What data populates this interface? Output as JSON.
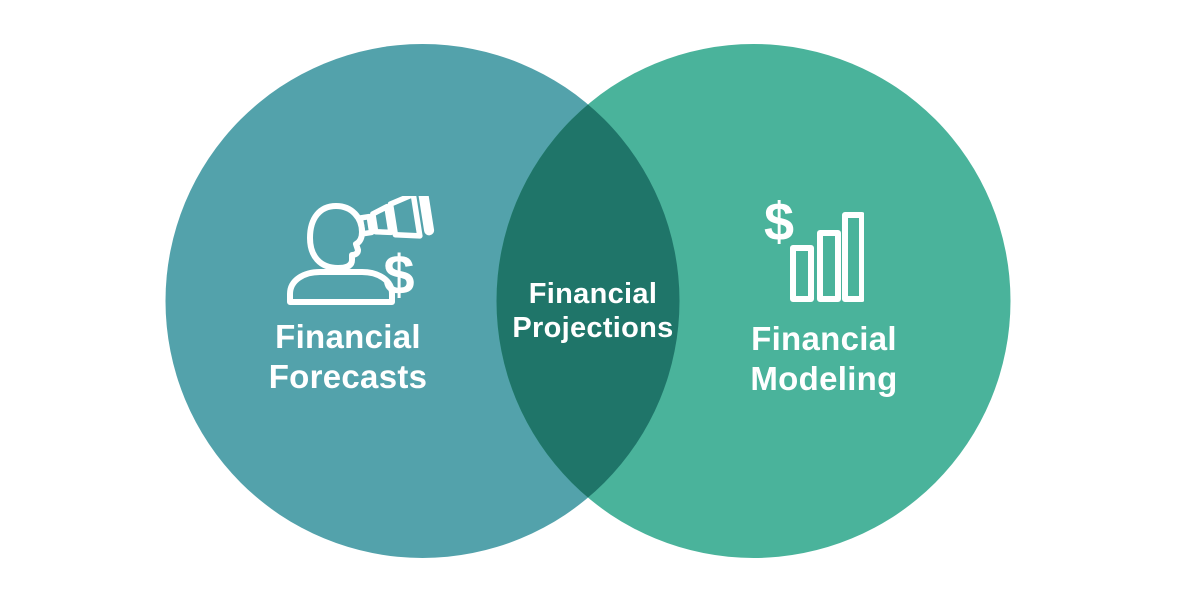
{
  "diagram": {
    "type": "venn",
    "background_color": "#FFFFFF",
    "text_color": "#FFFFFF",
    "left": {
      "label_line1": "Financial",
      "label_line2": "Forecasts",
      "color": "#53A2AB",
      "icon": "person-spyglass-dollar-icon"
    },
    "right": {
      "label_line1": "Financial",
      "label_line2": "Modeling",
      "color": "#4AB39B",
      "icon": "dollar-bar-chart-icon"
    },
    "overlap": {
      "label_line1": "Financial",
      "label_line2": "Projections",
      "color": "#1F7569"
    }
  }
}
